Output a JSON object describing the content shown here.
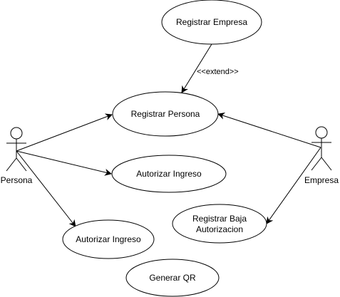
{
  "diagram": {
    "type": "uml-use-case",
    "actors": [
      {
        "id": "persona",
        "label": "Persona"
      },
      {
        "id": "empresa",
        "label": "Empresa"
      }
    ],
    "use_cases": [
      {
        "id": "registrar-empresa",
        "lines": [
          "Registrar Empresa"
        ]
      },
      {
        "id": "registrar-persona",
        "lines": [
          "Registrar Persona"
        ]
      },
      {
        "id": "autorizar-ingreso-1",
        "lines": [
          "Autorizar Ingreso"
        ]
      },
      {
        "id": "autorizar-ingreso-2",
        "lines": [
          "Autorizar Ingreso"
        ]
      },
      {
        "id": "registrar-baja-autorizacion",
        "lines": [
          "Registrar Baja",
          "Autorizacion"
        ]
      },
      {
        "id": "generar-qr",
        "lines": [
          "Generar QR"
        ]
      }
    ],
    "relations": [
      {
        "from": "registrar-empresa",
        "to": "registrar-persona",
        "kind": "extend",
        "label": "<<extend>>"
      },
      {
        "from": "persona",
        "to": "registrar-persona",
        "kind": "association"
      },
      {
        "from": "persona",
        "to": "autorizar-ingreso-1",
        "kind": "association"
      },
      {
        "from": "persona",
        "to": "autorizar-ingreso-2",
        "kind": "association"
      },
      {
        "from": "empresa",
        "to": "registrar-persona",
        "kind": "association"
      },
      {
        "from": "empresa",
        "to": "registrar-baja-autorizacion",
        "kind": "association"
      }
    ]
  }
}
